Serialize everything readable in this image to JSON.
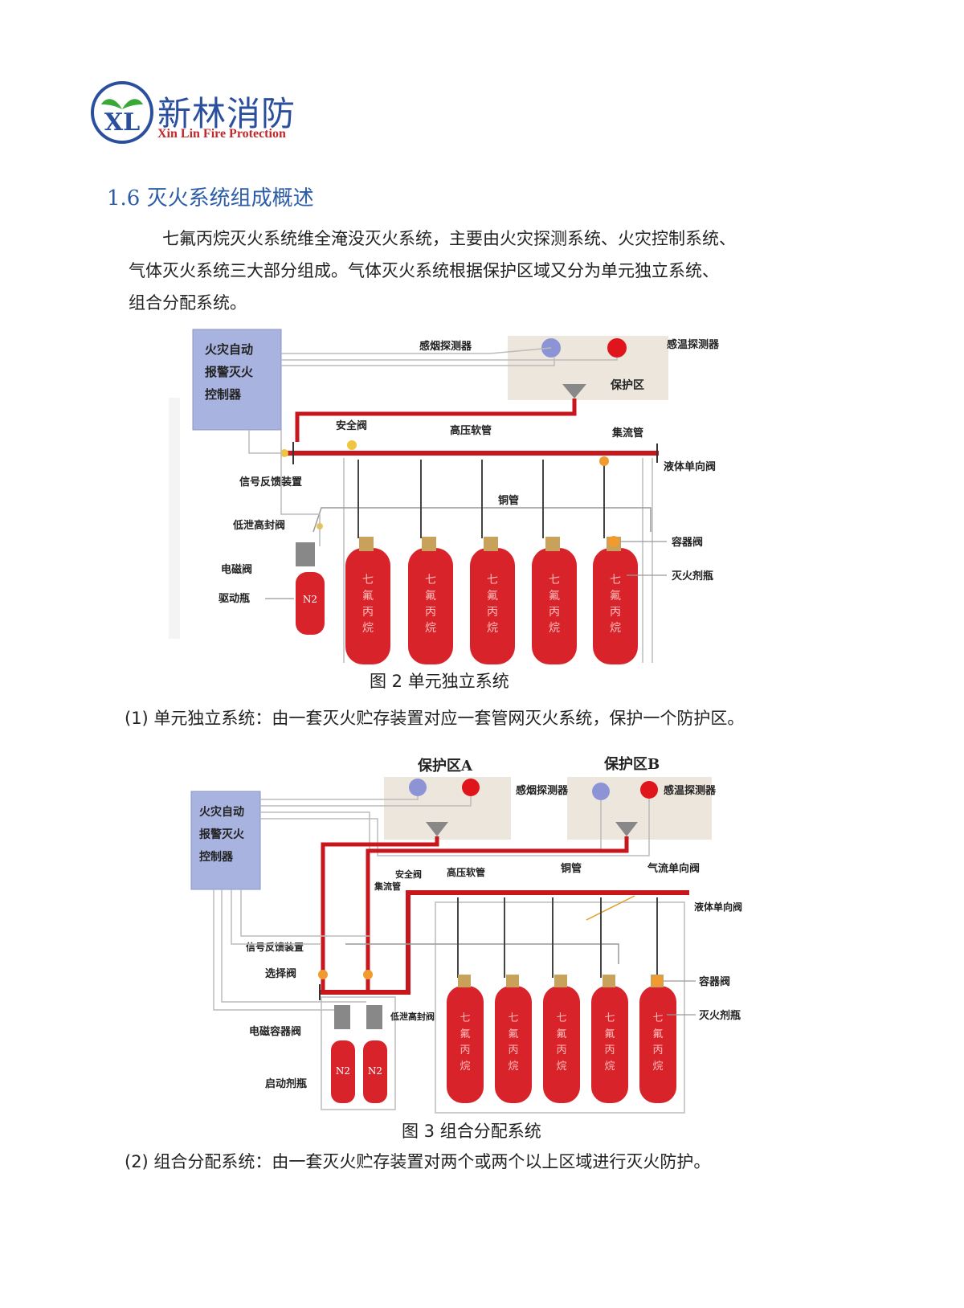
{
  "logo": {
    "mark": "XL",
    "name_cn": "新林消防",
    "name_en": "Xin Lin Fire Protection"
  },
  "section": {
    "heading": "1.6 灭火系统组成概述",
    "paragraph_line1": "七氟丙烷灭火系统维全淹没灭火系统，主要由火灾探测系统、火灾控制系统、",
    "paragraph_line2": "气体灭火系统三大部分组成。气体灭火系统根据保护区域又分为单元独立系统、",
    "paragraph_line3": "组合分配系统。"
  },
  "figure2": {
    "caption": "图 2 单元独立系统",
    "controller": [
      "火灾自动",
      "报警灭火",
      "控制器"
    ],
    "labels": {
      "smoke_detector": "感烟探测器",
      "heat_detector": "感温探测器",
      "protection_zone": "保护区",
      "safety_valve": "安全阀",
      "hose": "高压软管",
      "manifold": "集流管",
      "liquid_check_valve": "液体单向阀",
      "signal_feedback": "信号反馈装置",
      "copper_pipe": "铜管",
      "low_leak_valve": "低泄高封阀",
      "container_valve": "容器阀",
      "solenoid_valve": "电磁阀",
      "agent_cylinder": "灭火剂瓶",
      "drive_cylinder": "驱动瓶",
      "n2": "N2",
      "cylinder_text": [
        "七",
        "氟",
        "丙",
        "烷"
      ]
    },
    "description": "(1) 单元独立系统：由一套灭火贮存装置对应一套管网灭火系统，保护一个防护区。"
  },
  "figure3": {
    "caption": "图 3 组合分配系统",
    "controller": [
      "火灾自动",
      "报警灭火",
      "控制器"
    ],
    "labels": {
      "zone_a": "保护区A",
      "zone_b": "保护区B",
      "smoke_detector": "感烟探测器",
      "heat_detector": "感温探测器",
      "safety_valve": "安全阀",
      "manifold": "集流管",
      "hose": "高压软管",
      "copper_pipe": "铜管",
      "gas_check_valve": "气流单向阀",
      "liquid_check_valve": "液体单向阀",
      "signal_feedback": "信号反馈装置",
      "selector_valve": "选择阀",
      "low_leak_valve": "低泄高封阀",
      "container_valve": "容器阀",
      "solenoid_container_valve": "电磁容器阀",
      "agent_cylinder": "灭火剂瓶",
      "start_cylinder": "启动剂瓶",
      "n2": "N2",
      "cylinder_text": [
        "七",
        "氟",
        "丙",
        "烷"
      ]
    },
    "description": "(2) 组合分配系统：由一套灭火贮存装置对两个或两个以上区域进行灭火防护。"
  },
  "colors": {
    "heading_blue": "#2b5ca8",
    "pipe_red": "#c8161d",
    "cylinder_red": "#d8232a",
    "controller_blue": "#a9b3e0",
    "zone_beige": "#ece6dc"
  }
}
